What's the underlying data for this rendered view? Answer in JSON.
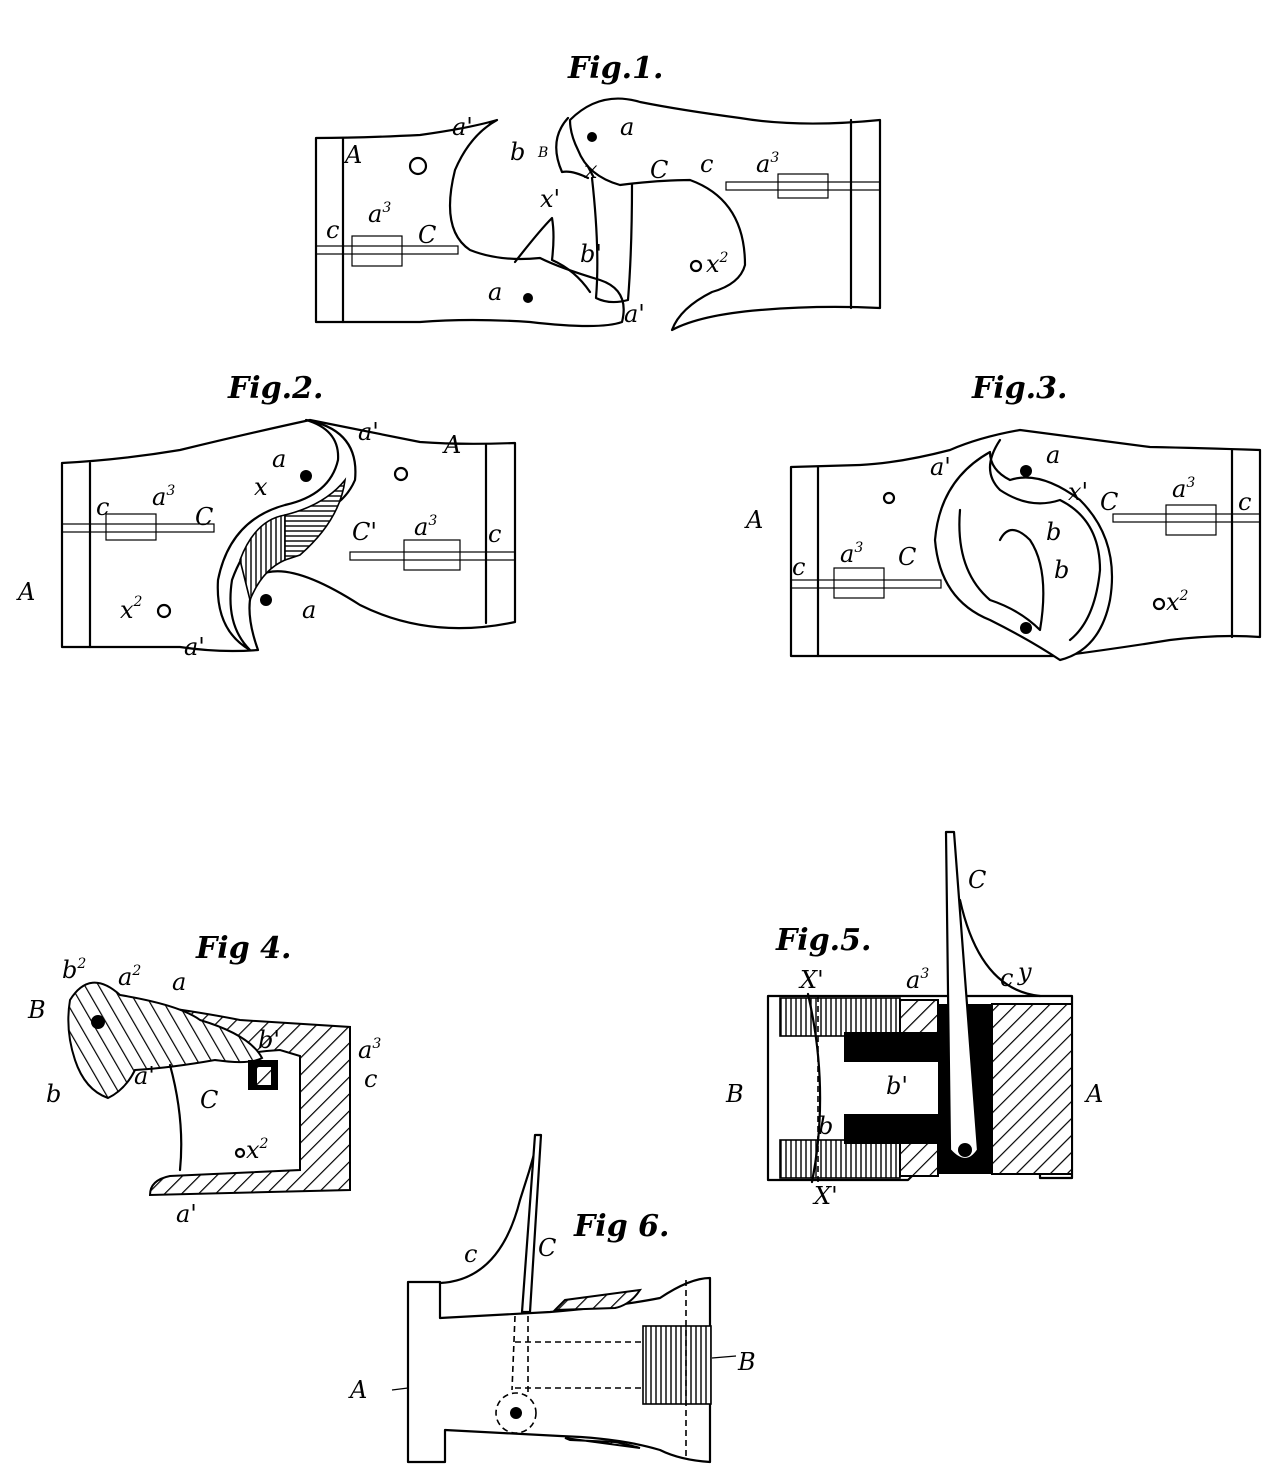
{
  "figures": {
    "fig1": {
      "title": "Fig.1.",
      "labels": {
        "A": "A",
        "a_top": "a",
        "a_bottom": "a",
        "a1_top": "a'",
        "a1_bottom": "a'",
        "b": "b",
        "B": "B",
        "x": "x",
        "x1": "x'",
        "b1": "b'",
        "C_left": "C",
        "C_right": "C",
        "c_left": "c",
        "c_right": "c",
        "a3_left": "a",
        "a3_left_sup": "3",
        "a3_right": "a",
        "a3_right_sup": "3",
        "x2": "x",
        "x2_sup": "2"
      }
    },
    "fig2": {
      "title": "Fig.2.",
      "labels": {
        "A_right": "A",
        "A_left": "A",
        "a_top": "a",
        "a_bottom": "a",
        "a1_top": "a'",
        "a1_bottom": "a'",
        "x": "x",
        "C_left": "C",
        "C1_right": "C'",
        "c_left": "c",
        "c_right": "c",
        "a3_left": "a",
        "a3_left_sup": "3",
        "a3_right": "a",
        "a3_right_sup": "3",
        "x2": "x",
        "x2_sup": "2"
      }
    },
    "fig3": {
      "title": "Fig.3.",
      "labels": {
        "A": "A",
        "a1": "a'",
        "a": "a",
        "x1": "x'",
        "C_right": "C",
        "a3_right": "a",
        "a3_right_sup": "3",
        "c_right": "c",
        "b_upper": "b",
        "b_lower": "b",
        "C_left": "C",
        "a3_left": "a",
        "a3_left_sup": "3",
        "c_left": "c",
        "x2": "x",
        "x2_sup": "2"
      }
    },
    "fig4": {
      "title": "Fig 4.",
      "labels": {
        "B": "B",
        "b2": "b",
        "b2_sup": "2",
        "a2": "a",
        "a2_sup": "2",
        "a": "a",
        "b1": "b'",
        "a3": "a",
        "a3_sup": "3",
        "c": "c",
        "b": "b",
        "a1_mid": "a'",
        "C": "C",
        "x2": "x",
        "x2_sup": "2",
        "a1_bottom": "a'"
      }
    },
    "fig5": {
      "title": "Fig.5.",
      "labels": {
        "C": "C",
        "x1_top": "X'",
        "a3": "a",
        "a3_sup": "3",
        "c": "c",
        "y": "y",
        "B": "B",
        "b1": "b'",
        "A": "A",
        "b": "b",
        "x1_bottom": "X'"
      }
    },
    "fig6": {
      "title": "Fig 6.",
      "labels": {
        "c": "c",
        "C": "C",
        "A": "A",
        "B": "B"
      }
    }
  },
  "colors": {
    "ink": "#000000",
    "paper": "#ffffff"
  }
}
